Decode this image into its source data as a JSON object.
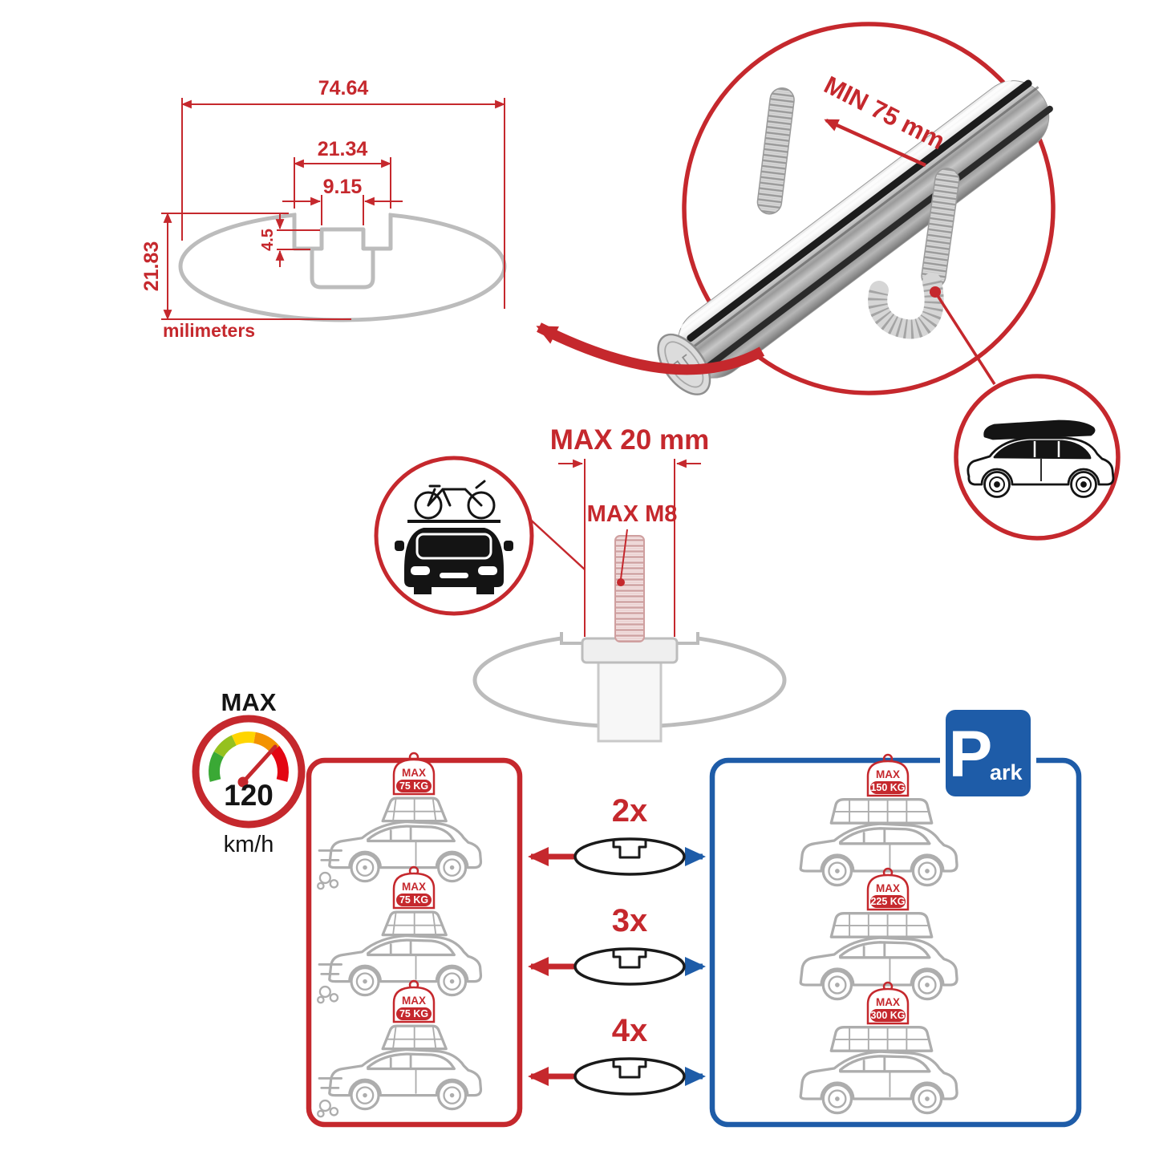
{
  "colors": {
    "accent_red": "#c5282d",
    "accent_blue": "#1e5ca8",
    "line_gray": "#bcbcbc",
    "ink_black": "#141414"
  },
  "cross_section": {
    "dim_width": "74.64",
    "dim_slot_outer": "21.34",
    "dim_slot_inner": "9.15",
    "dim_step": "4.5",
    "dim_height": "21.83",
    "unit_label": "milimeters"
  },
  "bar_callout": {
    "min_label": "MIN 75 mm"
  },
  "bolt_callout": {
    "max_width_label": "MAX 20 mm",
    "max_thread_label": "MAX M8"
  },
  "speed_badge": {
    "top_label": "MAX",
    "value": "120",
    "unit": "km/h"
  },
  "left_panel": {
    "tags": [
      {
        "label": "MAX",
        "value": "75 KG"
      },
      {
        "label": "MAX",
        "value": "75 KG"
      },
      {
        "label": "MAX",
        "value": "75 KG"
      }
    ]
  },
  "right_panel": {
    "tags": [
      {
        "label": "MAX",
        "value": "150 KG"
      },
      {
        "label": "MAX",
        "value": "225 KG"
      },
      {
        "label": "MAX",
        "value": "300 KG"
      }
    ]
  },
  "multipliers": [
    {
      "label": "2x"
    },
    {
      "label": "3x"
    },
    {
      "label": "4x"
    }
  ],
  "park_sign": {
    "letter": "P",
    "suffix": "ark"
  }
}
